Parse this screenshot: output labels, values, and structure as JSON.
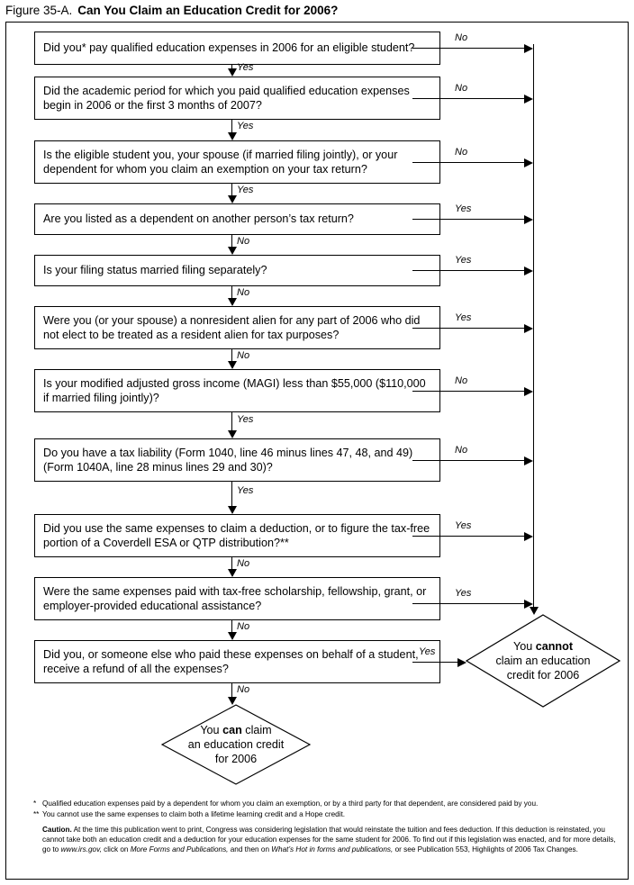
{
  "title": {
    "figure_number": "Figure 35-A.",
    "figure_text": "Can You Claim an Education Credit for 2006?"
  },
  "flow": {
    "questions": [
      {
        "id": "q1",
        "text": "Did you* pay qualified education expenses in 2006 for an eligible student?",
        "down_label": "Yes",
        "right_label": "No"
      },
      {
        "id": "q2",
        "text": "Did the academic period for which you paid qualified education expenses begin in 2006 or the first 3 months of 2007?",
        "down_label": "Yes",
        "right_label": "No"
      },
      {
        "id": "q3",
        "text": "Is the eligible student you, your spouse (if married filing jointly), or your dependent for whom you claim an exemption on your tax return?",
        "down_label": "Yes",
        "right_label": "No"
      },
      {
        "id": "q4",
        "text": "Are you listed as a dependent on another person’s tax return?",
        "down_label": "No",
        "right_label": "Yes"
      },
      {
        "id": "q5",
        "text": "Is your filing status married filing separately?",
        "down_label": "No",
        "right_label": "Yes"
      },
      {
        "id": "q6",
        "text": "Were you (or your spouse) a nonresident alien for any part of 2006 who did not elect to be treated as a resident alien for tax purposes?",
        "down_label": "No",
        "right_label": "Yes"
      },
      {
        "id": "q7",
        "text": "Is your modified adjusted gross income (MAGI) less than $55,000 ($110,000 if married filing jointly)?",
        "down_label": "Yes",
        "right_label": "No"
      },
      {
        "id": "q8",
        "text": "Do you have a tax liability (Form 1040, line 46 minus lines 47, 48, and 49) (Form 1040A, line 28 minus lines 29 and 30)?",
        "down_label": "Yes",
        "right_label": "No"
      },
      {
        "id": "q9",
        "text": "Did you use the same expenses to claim a deduction, or to figure the tax-free portion of a Coverdell ESA or QTP distribution?**",
        "down_label": "No",
        "right_label": "Yes"
      },
      {
        "id": "q10",
        "text": "Were the same expenses paid with tax-free scholarship, fellowship, grant, or employer-provided educational assistance?",
        "down_label": "No",
        "right_label": "Yes"
      },
      {
        "id": "q11",
        "text": "Did you, or someone else who paid these expenses on behalf of a student, receive a refund of all the expenses?",
        "down_label": "No",
        "right_label": "Yes"
      }
    ],
    "outcomes": {
      "cannot": {
        "line1_pre": "You ",
        "line1_bold": "cannot",
        "line2": "claim an education",
        "line3": "credit for 2006"
      },
      "can": {
        "line1_pre": "You ",
        "line1_bold": "can",
        "line1_post": " claim",
        "line2": "an education credit",
        "line3": "for 2006"
      }
    }
  },
  "footnotes": {
    "fn1_mark": "*",
    "fn1_text": "Qualified education expenses paid by a dependent for whom you claim an exemption, or by a third party for that dependent, are considered paid by you.",
    "fn2_mark": "**",
    "fn2_text": "You cannot use the same expenses to claim both a lifetime learning credit and a Hope credit.",
    "caution_label": "Caution.",
    "caution_p1": " At the time this publication went to print, Congress was considering legislation that would reinstate the tuition and fees deduction. If this deduction is reinstated, you cannot take both an education credit and a deduction for your education expenses for the same student for 2006. To find out if this legislation was enacted, and for more details, go to ",
    "caution_site": "www.irs.gov,",
    "caution_p2": " click on ",
    "caution_link1": "More Forms and Publications,",
    "caution_p3": " and then on ",
    "caution_link2": "What’s Hot in forms and publications,",
    "caution_p4": " or see Publication 553, Highlights of 2006 Tax Changes."
  },
  "colors": {
    "ink": "#000000",
    "paper": "#ffffff"
  }
}
